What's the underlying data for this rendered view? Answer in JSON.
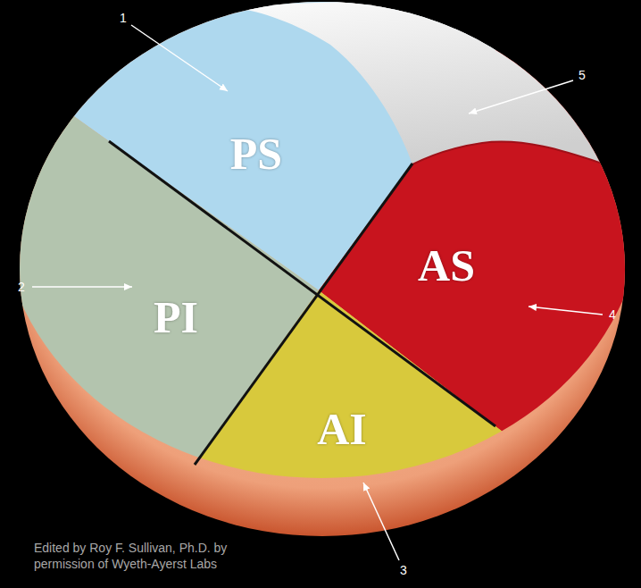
{
  "diagram": {
    "nodes": [
      {
        "text": [
          "PS"
        ]
      },
      {
        "text": [
          "AS"
        ]
      },
      {
        "text": [
          "PI"
        ]
      },
      {
        "text": [
          "AI"
        ]
      }
    ],
    "labels": [
      "1",
      "5",
      "2",
      "4",
      "3",
      "Edited by Roy F. Sullivan, Ph.D. by permission of Wyeth-Ayerst Labs"
    ]
  }
}
